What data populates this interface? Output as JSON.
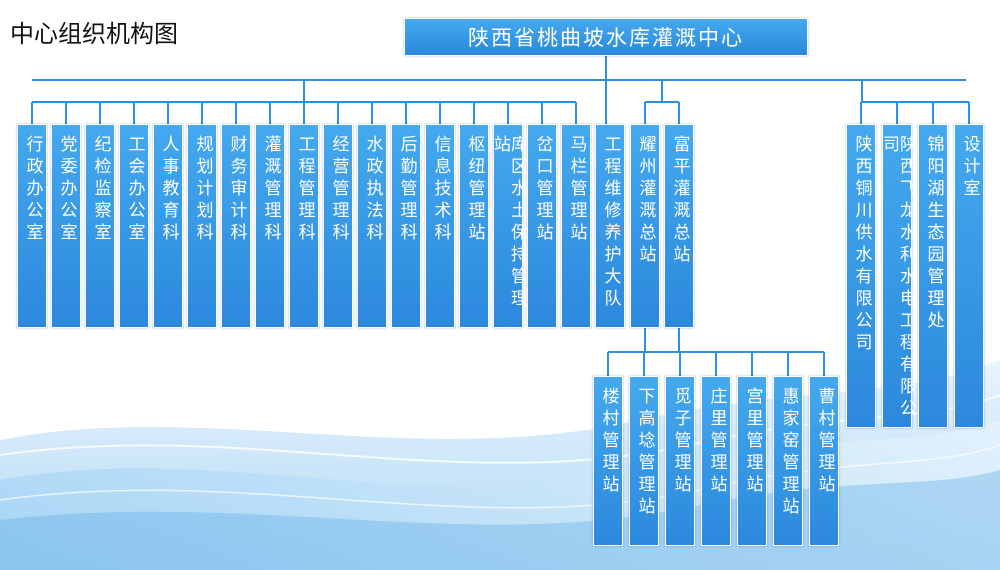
{
  "title": "中心组织机构图",
  "colors": {
    "box": "#2f8fe0",
    "line": "#2d8fe0",
    "text": "#ffffff"
  },
  "root": "陕西省桃曲坡水库灌溉中心",
  "departments": [
    "行政办公室",
    "党委办公室",
    "纪检监察室",
    "工会办公室",
    "人事教育科",
    "规划计划科",
    "财务审计科",
    "灌溉管理科",
    "工程管理科",
    "经营管理科",
    "水政执法科",
    "后勤管理科",
    "信息技术科",
    "枢纽管理站",
    "库区水土保持管理站",
    "岔口管理站",
    "马栏管理站",
    "工程维修养护大队"
  ],
  "irrigation_stations": [
    "耀州灌溉总站",
    "富平灌溉总站"
  ],
  "sub_stations": [
    "楼村管理站",
    "下高埝管理站",
    "觅子管理站",
    "庄里管理站",
    "宫里管理站",
    "惠家窑管理站",
    "曹村管理站"
  ],
  "affiliates": [
    "陕西铜川供水有限公司",
    "陕西飞龙水利水电工程有限公司",
    "锦阳湖生态园管理处",
    "设计室"
  ]
}
